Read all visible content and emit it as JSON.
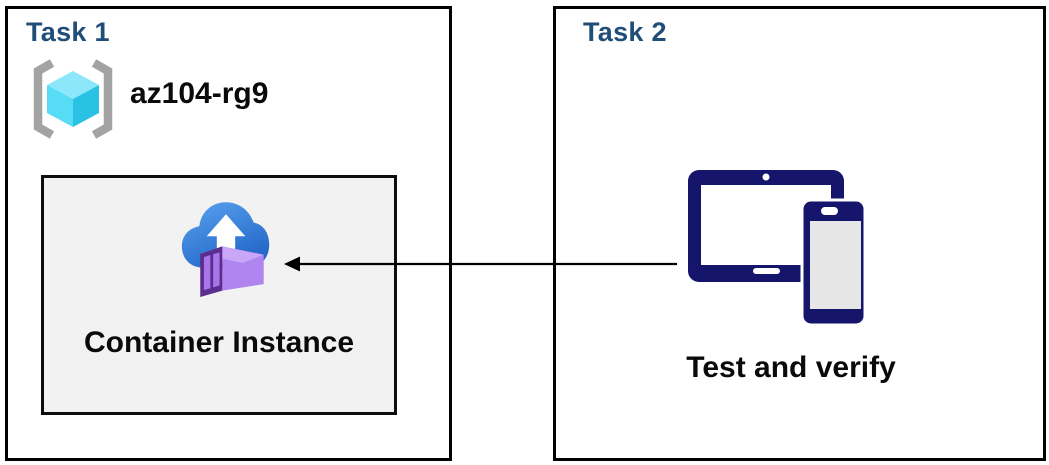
{
  "task1": {
    "title": "Task 1",
    "resource_group_name": "az104-rg9",
    "container_label": "Container Instance"
  },
  "task2": {
    "title": "Task 2",
    "device_label": "Test and verify"
  },
  "arrow": {
    "from": "test-and-verify-devices",
    "to": "container-instance",
    "direction": "right-to-left"
  },
  "icons": {
    "resource_group": "azure-resource-group-icon",
    "container_instance": "azure-container-instances-icon",
    "devices": "tablet-and-phone-icon"
  },
  "colors": {
    "title_blue": "#1f4e79",
    "text_black": "#0a0a0a",
    "panel_border": "#000000",
    "inner_box_bg": "#f2f2f2",
    "device_navy": "#15156b",
    "phone_screen_gray": "#e6e6e6",
    "cloud_blue_light": "#5aa3f0",
    "cloud_blue_dark": "#2468c8",
    "container_purple_main": "#b185f0",
    "container_purple_top": "#c9a6f7",
    "container_purple_frame": "#5b2d8f",
    "container_purple_panel": "#a876e8",
    "cube_cyan_top": "#8ce7fa",
    "cube_cyan_left": "#57dcf6",
    "cube_cyan_right": "#29c2e5",
    "bracket_gray": "#a3a3a3",
    "arrow_black": "#000000"
  }
}
